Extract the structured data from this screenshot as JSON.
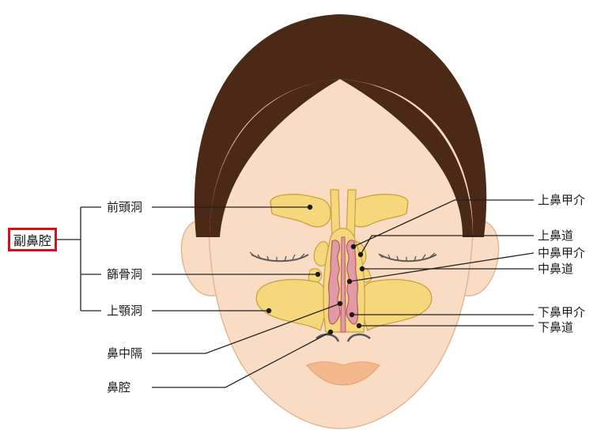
{
  "diagram": {
    "group_label": "副鼻腔",
    "left_labels": {
      "frontal_sinus": "前頭洞",
      "ethmoid_sinus": "篩骨洞",
      "maxillary_sinus": "上顎洞",
      "nasal_septum": "鼻中隔",
      "nasal_cavity": "鼻腔"
    },
    "right_labels": {
      "superior_turbinate": "上鼻甲介",
      "superior_meatus": "上鼻道",
      "middle_turbinate": "中鼻甲介",
      "middle_meatus": "中鼻道",
      "inferior_turbinate": "下鼻甲介",
      "inferior_meatus": "下鼻道"
    }
  },
  "colors": {
    "hair": "#4a2a17",
    "skin": "#f9dcc3",
    "skin_outline": "#e2b796",
    "sinus_fill": "#f5d77c",
    "sinus_outline": "#c9a13e",
    "mucosa": "#e29aa4",
    "mucosa_line": "#b25a6a",
    "lips": "#f3b98c",
    "group_box_border": "#d0121b",
    "leader_line": "#222222"
  }
}
